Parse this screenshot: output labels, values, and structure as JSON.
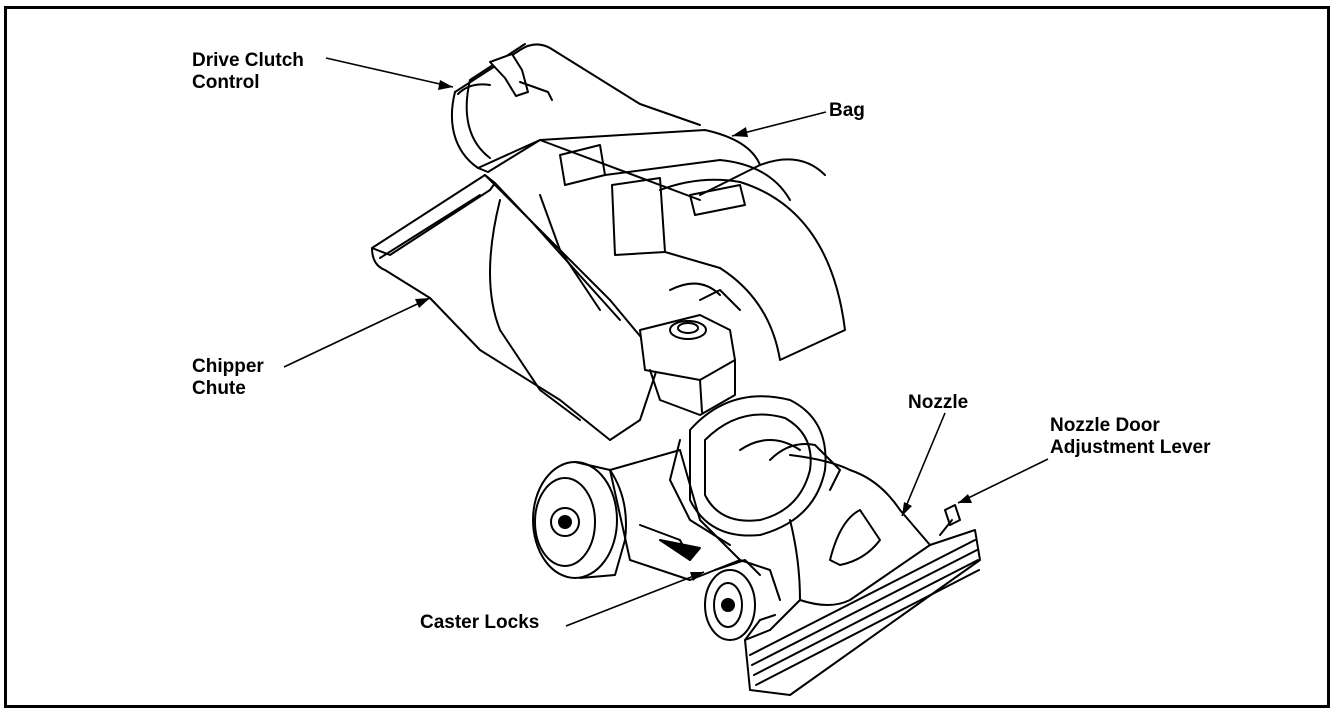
{
  "figure": {
    "labels": {
      "drive_clutch_line1": "Drive Clutch",
      "drive_clutch_line2": "Control",
      "bag": "Bag",
      "chipper_line1": "Chipper",
      "chipper_line2": "Chute",
      "nozzle": "Nozzle",
      "nozzle_door_line1": "Nozzle Door",
      "nozzle_door_line2": "Adjustment Lever",
      "caster_locks": "Caster Locks"
    }
  }
}
